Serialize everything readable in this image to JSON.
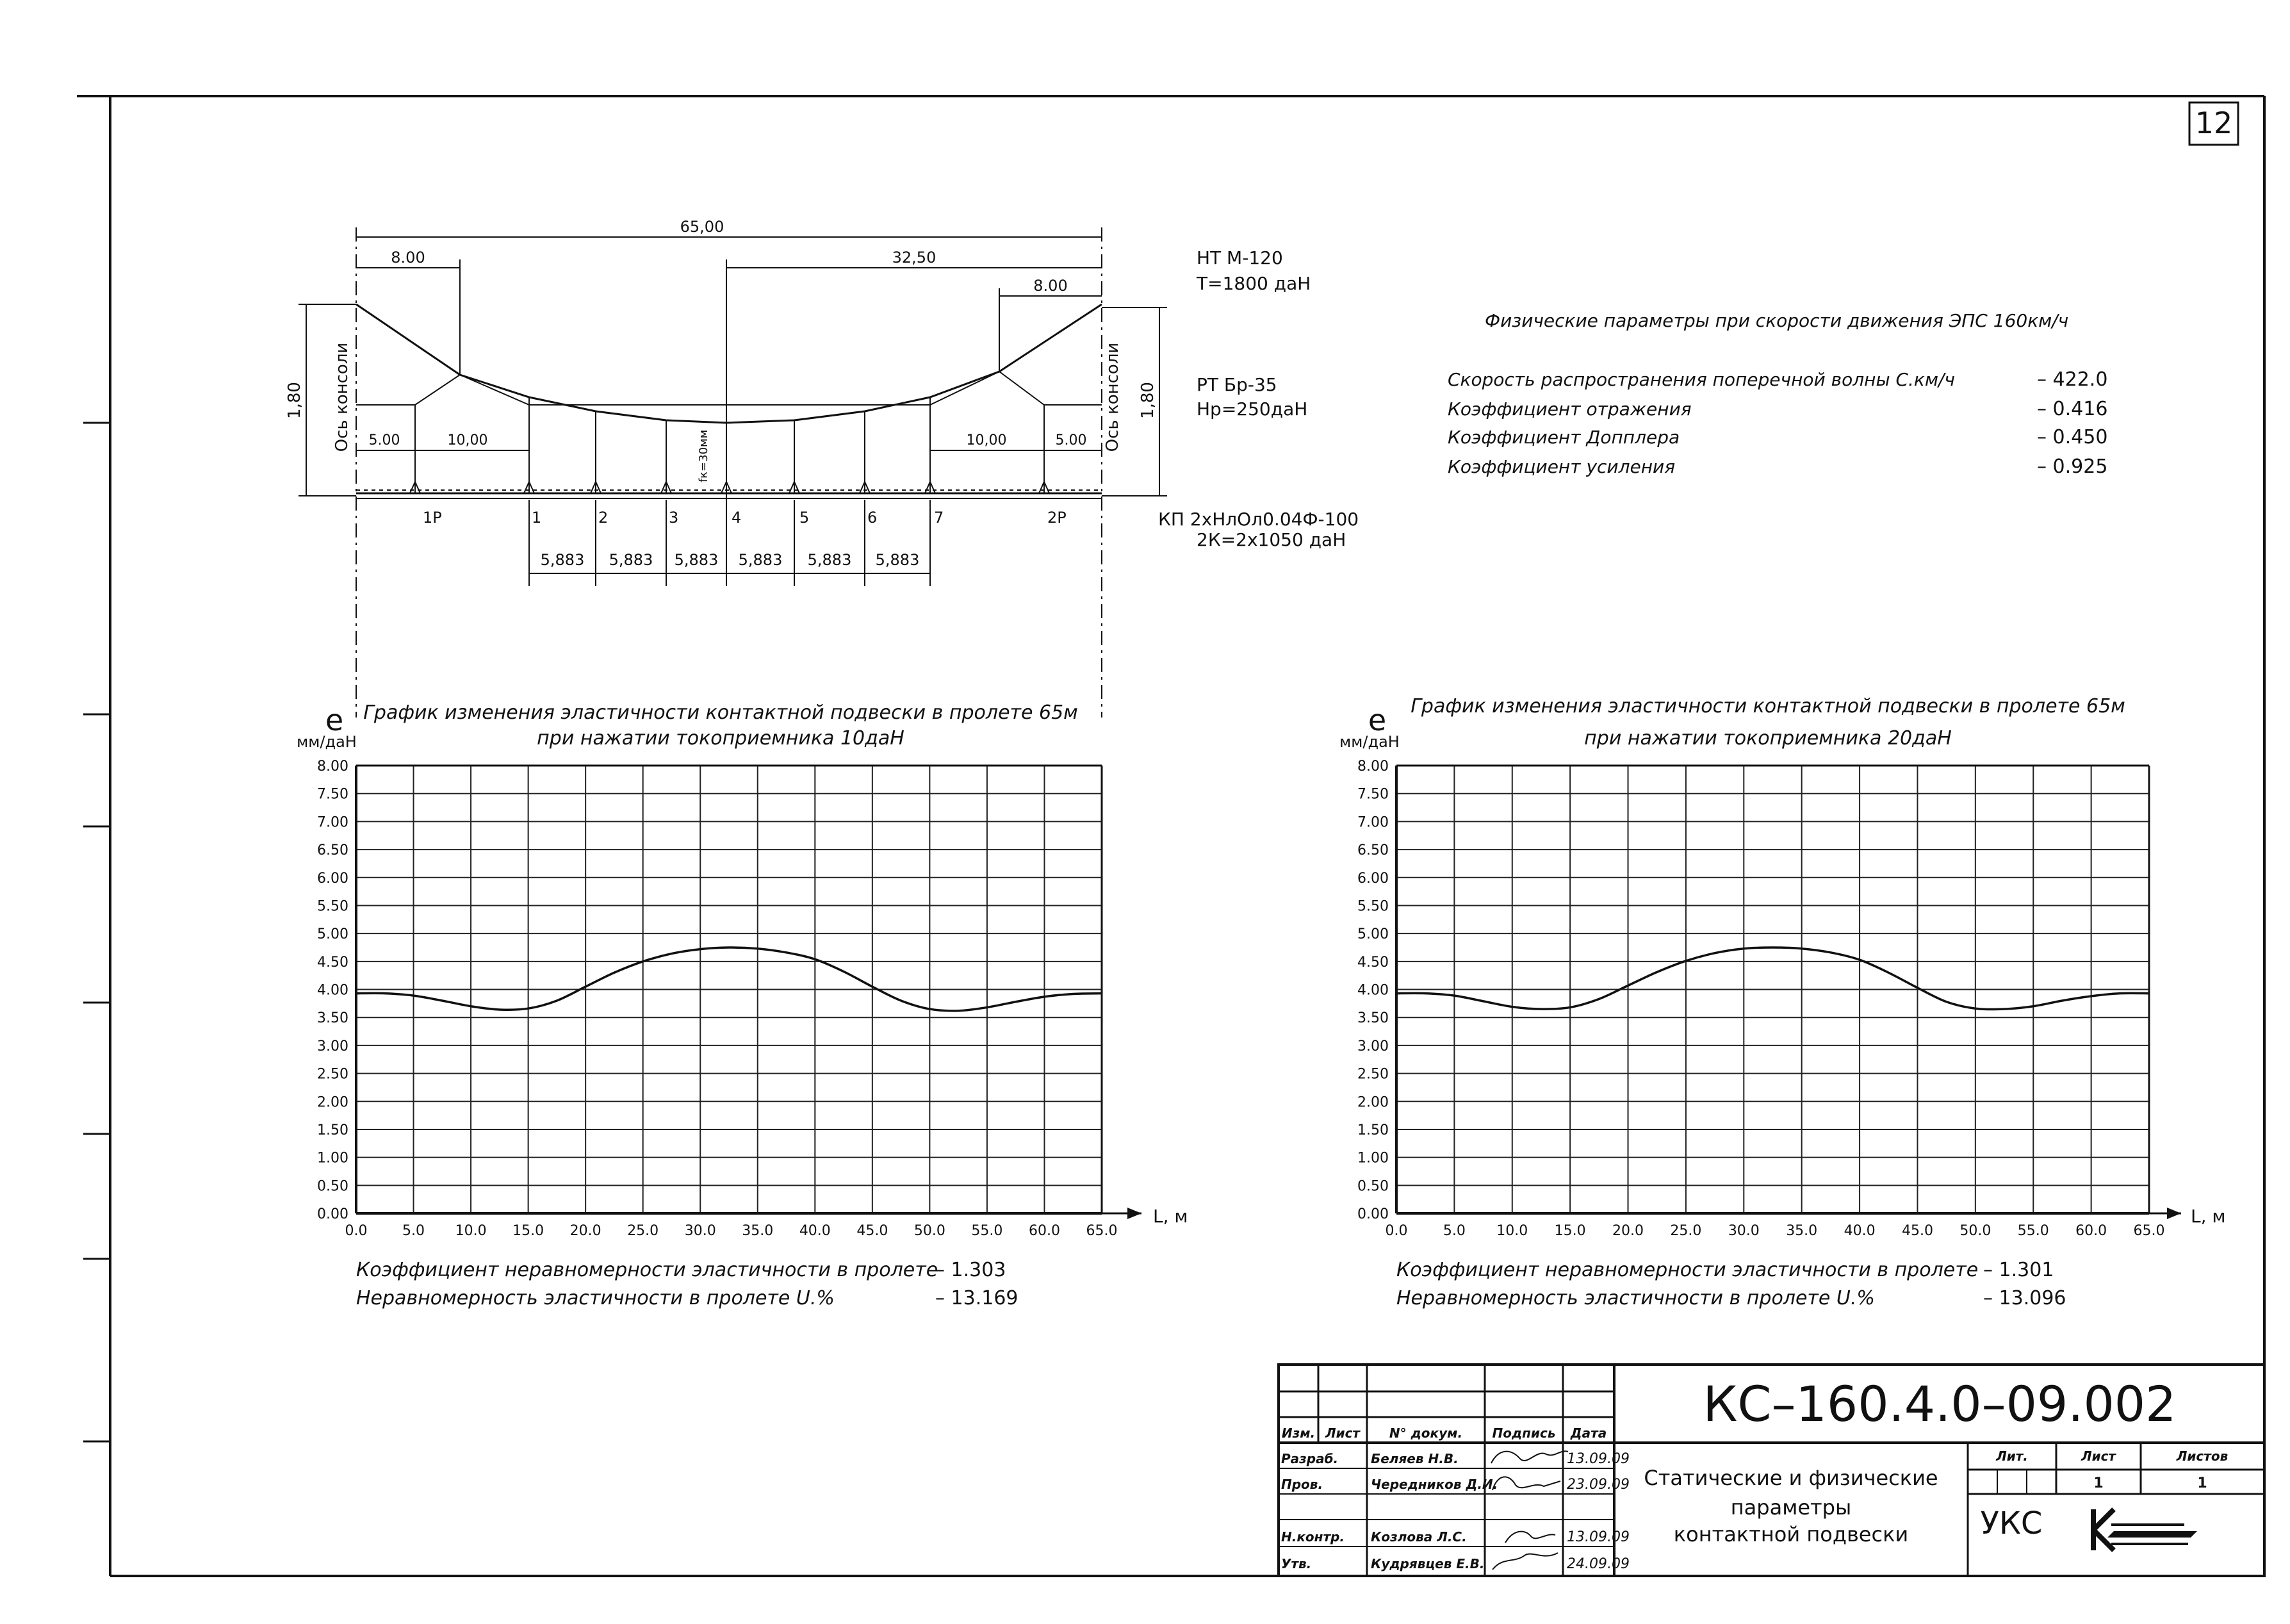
{
  "sheet_number": "12",
  "suspension": {
    "top_span_label": "65,00",
    "dim_left_8": "8.00",
    "dim_half": "32,50",
    "dim_right_8": "8.00",
    "height_left": "1,80",
    "height_right": "1,80",
    "axis_left": "Ось консоли",
    "axis_right": "Ось консоли",
    "dim_5_left": "5.00",
    "dim_10_left": "10,00",
    "dim_10_right": "10,00",
    "dim_5_right": "5.00",
    "sag_label": "fк=30мм",
    "node_labels": [
      "1Р",
      "1",
      "2",
      "3",
      "4",
      "5",
      "6",
      "7",
      "2Р"
    ],
    "dropper_spacing": [
      "5,883",
      "5,883",
      "5,883",
      "5,883",
      "5,883",
      "5,883"
    ],
    "nt_line1": "НТ М-120",
    "nt_line2": "Т=1800 даН",
    "rt_line1": "РТ Бр-35",
    "rt_line2": "Нр=250даН",
    "kp_line1": "КП 2хНлОл0.04Ф-100",
    "kp_line2": "2К=2х1050 даН"
  },
  "physical": {
    "title": "Физические параметры при скорости движения ЭПС 160км/ч",
    "rows": [
      {
        "label": "Скорость распространения поперечной волны С.км/ч",
        "value": "– 422.0"
      },
      {
        "label": "Коэффициент отражения",
        "value": "– 0.416"
      },
      {
        "label": "Коэффициент Допплера",
        "value": "– 0.450"
      },
      {
        "label": "Коэффициент усиления",
        "value": "– 0.925"
      }
    ]
  },
  "chart_left": {
    "title1": "График изменения эластичности контактной подвески в пролете 65м",
    "title2": "при нажатии токоприемника  10даН",
    "y_symbol": "е",
    "y_unit": "мм/даН",
    "x_unit": "L, м",
    "stat1_label": "Коэффициент неравномерности эластичности в пролете",
    "stat1_value": "– 1.303",
    "stat2_label": "Неравномерность эластичности в пролете U.%",
    "stat2_value": "– 13.169"
  },
  "chart_right": {
    "title1": "График изменения эластичности контактной подвески в пролете 65м",
    "title2": "при нажатии токоприемника  20даН",
    "y_symbol": "е",
    "y_unit": "мм/даН",
    "x_unit": "L, м",
    "stat1_label": "Коэффициент неравномерности эластичности в пролете",
    "stat1_value": "– 1.301",
    "stat2_label": "Неравномерность эластичности в пролете U.%",
    "stat2_value": "– 13.096"
  },
  "chart_data": [
    {
      "type": "line",
      "title": "График изменения эластичности контактной подвески в пролете 65м при нажатии токоприемника  10даН",
      "xlabel": "L, м",
      "ylabel": "е мм/даН",
      "xlim": [
        0,
        65
      ],
      "ylim": [
        0,
        8
      ],
      "grid": true,
      "x_ticks": [
        "0.0",
        "5.0",
        "10.0",
        "15.0",
        "20.0",
        "25.0",
        "30.0",
        "35.0",
        "40.0",
        "45.0",
        "50.0",
        "55.0",
        "60.0",
        "65.0"
      ],
      "y_ticks": [
        "0.00",
        "0.50",
        "1.00",
        "1.50",
        "2.00",
        "2.50",
        "3.00",
        "3.50",
        "4.00",
        "4.50",
        "5.00",
        "5.50",
        "6.00",
        "6.50",
        "7.00",
        "7.50",
        "8.00"
      ],
      "x": [
        0,
        2.5,
        5,
        7.5,
        10,
        12.5,
        15,
        17.5,
        20,
        22.5,
        25,
        27.5,
        30,
        32.5,
        35,
        37.5,
        40,
        42.5,
        45,
        47.5,
        50,
        52.5,
        55,
        57.5,
        60,
        62.5,
        65
      ],
      "y": [
        3.93,
        3.93,
        3.89,
        3.8,
        3.7,
        3.64,
        3.66,
        3.8,
        4.05,
        4.3,
        4.5,
        4.64,
        4.72,
        4.75,
        4.73,
        4.66,
        4.54,
        4.32,
        4.05,
        3.8,
        3.65,
        3.62,
        3.68,
        3.78,
        3.87,
        3.92,
        3.93
      ]
    },
    {
      "type": "line",
      "title": "График изменения эластичности контактной подвески в пролете 65м при нажатии токоприемника  20даН",
      "xlabel": "L, м",
      "ylabel": "е мм/даН",
      "xlim": [
        0,
        65
      ],
      "ylim": [
        0,
        8
      ],
      "grid": true,
      "x_ticks": [
        "0.0",
        "5.0",
        "10.0",
        "15.0",
        "20.0",
        "25.0",
        "30.0",
        "35.0",
        "40.0",
        "45.0",
        "50.0",
        "55.0",
        "60.0",
        "65.0"
      ],
      "y_ticks": [
        "0.00",
        "0.50",
        "1.00",
        "1.50",
        "2.00",
        "2.50",
        "3.00",
        "3.50",
        "4.00",
        "4.50",
        "5.00",
        "5.50",
        "6.00",
        "6.50",
        "7.00",
        "7.50",
        "8.00"
      ],
      "x": [
        0,
        2.5,
        5,
        7.5,
        10,
        12.5,
        15,
        17.5,
        20,
        22.5,
        25,
        27.5,
        30,
        32.5,
        35,
        37.5,
        40,
        42.5,
        45,
        47.5,
        50,
        52.5,
        55,
        57.5,
        60,
        62.5,
        65
      ],
      "y": [
        3.93,
        3.93,
        3.89,
        3.79,
        3.69,
        3.65,
        3.68,
        3.83,
        4.07,
        4.31,
        4.51,
        4.65,
        4.73,
        4.75,
        4.73,
        4.66,
        4.53,
        4.3,
        4.03,
        3.78,
        3.66,
        3.65,
        3.7,
        3.8,
        3.88,
        3.93,
        3.93
      ]
    }
  ],
  "title_block": {
    "doc_code": "КС–160.4.0–09.002",
    "headers": [
      "Изм.",
      "Лист",
      "N° докум.",
      "Подпись",
      "Дата"
    ],
    "rows": [
      {
        "role": "Разраб.",
        "name": "Беляев Н.В.",
        "date": "13.09.09"
      },
      {
        "role": "Пров.",
        "name": "Чередников Д.И.",
        "date": "23.09.09"
      },
      {
        "role": "Н.контр.",
        "name": "Козлова Л.С.",
        "date": "13.09.09"
      },
      {
        "role": "Утв.",
        "name": "Кудрявцев Е.В.",
        "date": "24.09.09"
      }
    ],
    "description1": "Статические и физические",
    "description2": "параметры",
    "description3": "контактной подвески",
    "lit_header": "Лит.",
    "sheet_header": "Лист",
    "sheets_header": "Листов",
    "sheet_value": "1",
    "sheets_value": "1",
    "org": "УКС"
  }
}
